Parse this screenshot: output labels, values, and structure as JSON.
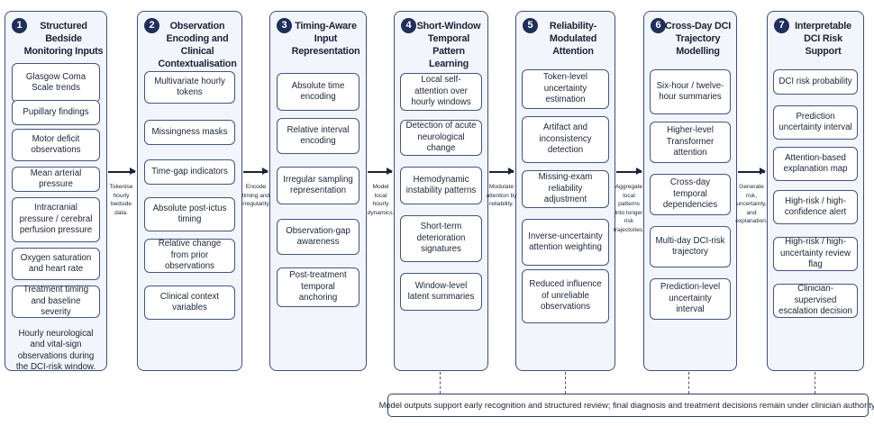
{
  "panels": [
    {
      "num": "1",
      "title": "Structured Bedside Monitoring Inputs",
      "items": [
        "Glasgow Coma Scale trends",
        "Pupillary findings",
        "Motor deficit observations",
        "Mean arterial pressure",
        "Intracranial pressure / cerebral perfusion pressure",
        "Oxygen saturation and heart rate",
        "Treatment timing and baseline severity"
      ],
      "footer": "Hourly neurological and vital-sign observations during the DCI-risk window."
    },
    {
      "num": "2",
      "title": "Observation Encoding and Clinical Contextualisation",
      "items": [
        "Multivariate hourly tokens",
        "Missingness masks",
        "Time-gap indicators",
        "Absolute post-ictus timing",
        "Relative change from prior observations",
        "Clinical context variables"
      ]
    },
    {
      "num": "3",
      "title": "Timing-Aware Input Representation",
      "items": [
        "Absolute time encoding",
        "Relative interval encoding",
        "Irregular sampling representation",
        "Observation-gap awareness",
        "Post-treatment temporal anchoring"
      ]
    },
    {
      "num": "4",
      "title": "Short-Window Temporal Pattern Learning",
      "items": [
        "Local self-attention over hourly windows",
        "Detection of acute neurological change",
        "Hemodynamic instability patterns",
        "Short-term deterioration signatures",
        "Window-level latent summaries"
      ]
    },
    {
      "num": "5",
      "title": "Reliability-Modulated Attention",
      "items": [
        "Token-level uncertainty estimation",
        "Artifact and inconsistency detection",
        "Missing-exam reliability adjustment",
        "Inverse-uncertainty attention weighting",
        "Reduced influence of unreliable observations"
      ]
    },
    {
      "num": "6",
      "title": "Cross-Day DCI Trajectory Modelling",
      "items": [
        "Six-hour / twelve-hour summaries",
        "Higher-level Transformer attention",
        "Cross-day temporal dependencies",
        "Multi-day DCI-risk trajectory",
        "Prediction-level uncertainty interval"
      ]
    },
    {
      "num": "7",
      "title": "Interpretable DCI Risk Support",
      "items": [
        "DCI risk probability",
        "Prediction uncertainty interval",
        "Attention-based explanation map",
        "High-risk / high-confidence alert",
        "High-risk / high-uncertainty review flag",
        "Clinician-supervised escalation decision"
      ]
    }
  ],
  "arrows": [
    "Tokenise hourly bedside data.",
    "Encode timing and irregularity.",
    "Model local hourly dynamics.",
    "Modulate attention by reliability.",
    "Aggregate local patterns into longer risk trajectories.",
    "Generate risk, uncertainty, and explanation."
  ],
  "bottom_note": "Model outputs support early recognition and structured review; final diagnosis and treatment decisions remain under clinician authority."
}
